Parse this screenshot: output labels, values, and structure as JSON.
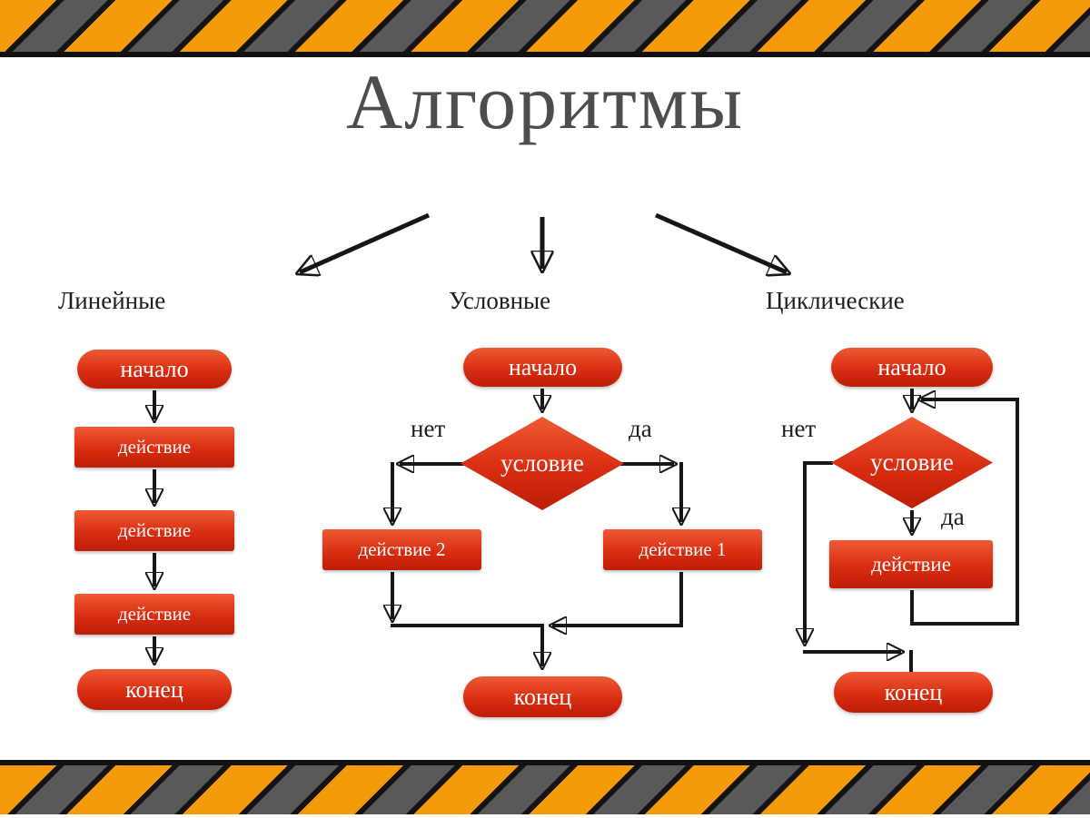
{
  "title": "Алгоритмы",
  "colors": {
    "node_red_top": "#ee5a33",
    "node_red_bottom": "#bd1d06",
    "stripe_orange": "#f59b0b",
    "stripe_gray": "#58595b",
    "stripe_black": "#141414",
    "title_gray": "#4d4d4d",
    "line_black": "#161616"
  },
  "sections": {
    "linear": {
      "label": "Линейные",
      "start": "начало",
      "action1": "действие",
      "action2": "действие",
      "action3": "действие",
      "end": "конец"
    },
    "conditional": {
      "label": "Условные",
      "start": "начало",
      "condition": "условие",
      "no": "нет",
      "yes": "да",
      "action_no": "действие 2",
      "action_yes": "действие 1",
      "end": "конец"
    },
    "cyclic": {
      "label": "Циклические",
      "start": "начало",
      "condition": "условие",
      "no": "нет",
      "yes": "да",
      "action": "действие",
      "end": "конец"
    }
  }
}
